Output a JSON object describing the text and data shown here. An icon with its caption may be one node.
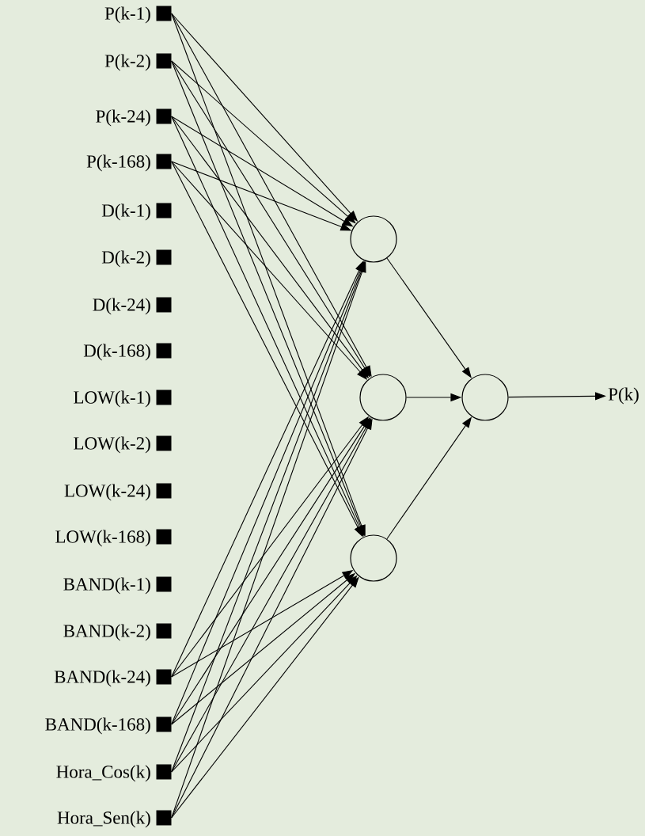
{
  "diagram": {
    "nodes": [
      {
        "text": [],
        "shape": "box",
        "beside": [
          "P(k-1)"
        ]
      },
      {
        "text": [],
        "shape": "box",
        "beside": [
          "P(k-2)"
        ]
      },
      {
        "text": [],
        "shape": "box",
        "beside": [
          "P(k-24)"
        ]
      },
      {
        "text": [],
        "shape": "box",
        "beside": [
          "P(k-168)"
        ]
      },
      {
        "text": [],
        "shape": "box",
        "beside": [
          "D(k-1)"
        ]
      },
      {
        "text": [],
        "shape": "box",
        "beside": [
          "D(k-2)"
        ]
      },
      {
        "text": [],
        "shape": "box",
        "beside": [
          "D(k-24)"
        ]
      },
      {
        "text": [],
        "shape": "box",
        "beside": [
          "D(k-168)"
        ]
      },
      {
        "text": [],
        "shape": "box",
        "beside": [
          "LOW(k-1)"
        ]
      },
      {
        "text": [],
        "shape": "box",
        "beside": [
          "LOW(k-2)"
        ]
      },
      {
        "text": [],
        "shape": "box",
        "beside": [
          "LOW(k-24)"
        ]
      },
      {
        "text": [],
        "shape": "box",
        "beside": [
          "LOW(k-168)"
        ]
      },
      {
        "text": [],
        "shape": "box",
        "beside": [
          "BAND(k-1)"
        ]
      },
      {
        "text": [],
        "shape": "box",
        "beside": [
          "BAND(k-2)"
        ]
      },
      {
        "text": [],
        "shape": "box",
        "beside": [
          "BAND(k-24)"
        ]
      },
      {
        "text": [],
        "shape": "box",
        "beside": [
          "BAND(k-168)"
        ]
      },
      {
        "text": [],
        "shape": "box",
        "beside": [
          "Hora_Cos(k)"
        ]
      },
      {
        "text": [],
        "shape": "box",
        "beside": [
          "Hora_Sen(k)"
        ]
      },
      {
        "text": [],
        "shape": "circle"
      },
      {
        "text": [],
        "shape": "circle"
      },
      {
        "text": [],
        "shape": "circle"
      },
      {
        "text": [],
        "shape": "circle"
      },
      {
        "text": [
          "P(k)"
        ]
      }
    ],
    "edges": [
      {
        "from": 0,
        "to": 18,
        "arrow": "to"
      },
      {
        "from": 0,
        "to": 19,
        "arrow": "to"
      },
      {
        "from": 0,
        "to": 20,
        "arrow": "to"
      },
      {
        "from": 1,
        "to": 18,
        "arrow": "to"
      },
      {
        "from": 1,
        "to": 19,
        "arrow": "to"
      },
      {
        "from": 1,
        "to": 20,
        "arrow": "to"
      },
      {
        "from": 2,
        "to": 18,
        "arrow": "to"
      },
      {
        "from": 2,
        "to": 19,
        "arrow": "to"
      },
      {
        "from": 2,
        "to": 20,
        "arrow": "to"
      },
      {
        "from": 3,
        "to": 18,
        "arrow": "to"
      },
      {
        "from": 3,
        "to": 19,
        "arrow": "to"
      },
      {
        "from": 3,
        "to": 20,
        "arrow": "to"
      },
      {
        "from": 14,
        "to": 18,
        "arrow": "to"
      },
      {
        "from": 14,
        "to": 19,
        "arrow": "to"
      },
      {
        "from": 14,
        "to": 20,
        "arrow": "to"
      },
      {
        "from": 15,
        "to": 18,
        "arrow": "to"
      },
      {
        "from": 15,
        "to": 19,
        "arrow": "to"
      },
      {
        "from": 15,
        "to": 20,
        "arrow": "to"
      },
      {
        "from": 16,
        "to": 18,
        "arrow": "to"
      },
      {
        "from": 16,
        "to": 19,
        "arrow": "to"
      },
      {
        "from": 16,
        "to": 20,
        "arrow": "to"
      },
      {
        "from": 17,
        "to": 18,
        "arrow": "to"
      },
      {
        "from": 17,
        "to": 19,
        "arrow": "to"
      },
      {
        "from": 17,
        "to": 20,
        "arrow": "to"
      },
      {
        "from": 18,
        "to": 21,
        "arrow": "to"
      },
      {
        "from": 19,
        "to": 21,
        "arrow": "to"
      },
      {
        "from": 20,
        "to": 21,
        "arrow": "to"
      },
      {
        "from": 21,
        "to": 22,
        "arrow": "to"
      }
    ]
  }
}
